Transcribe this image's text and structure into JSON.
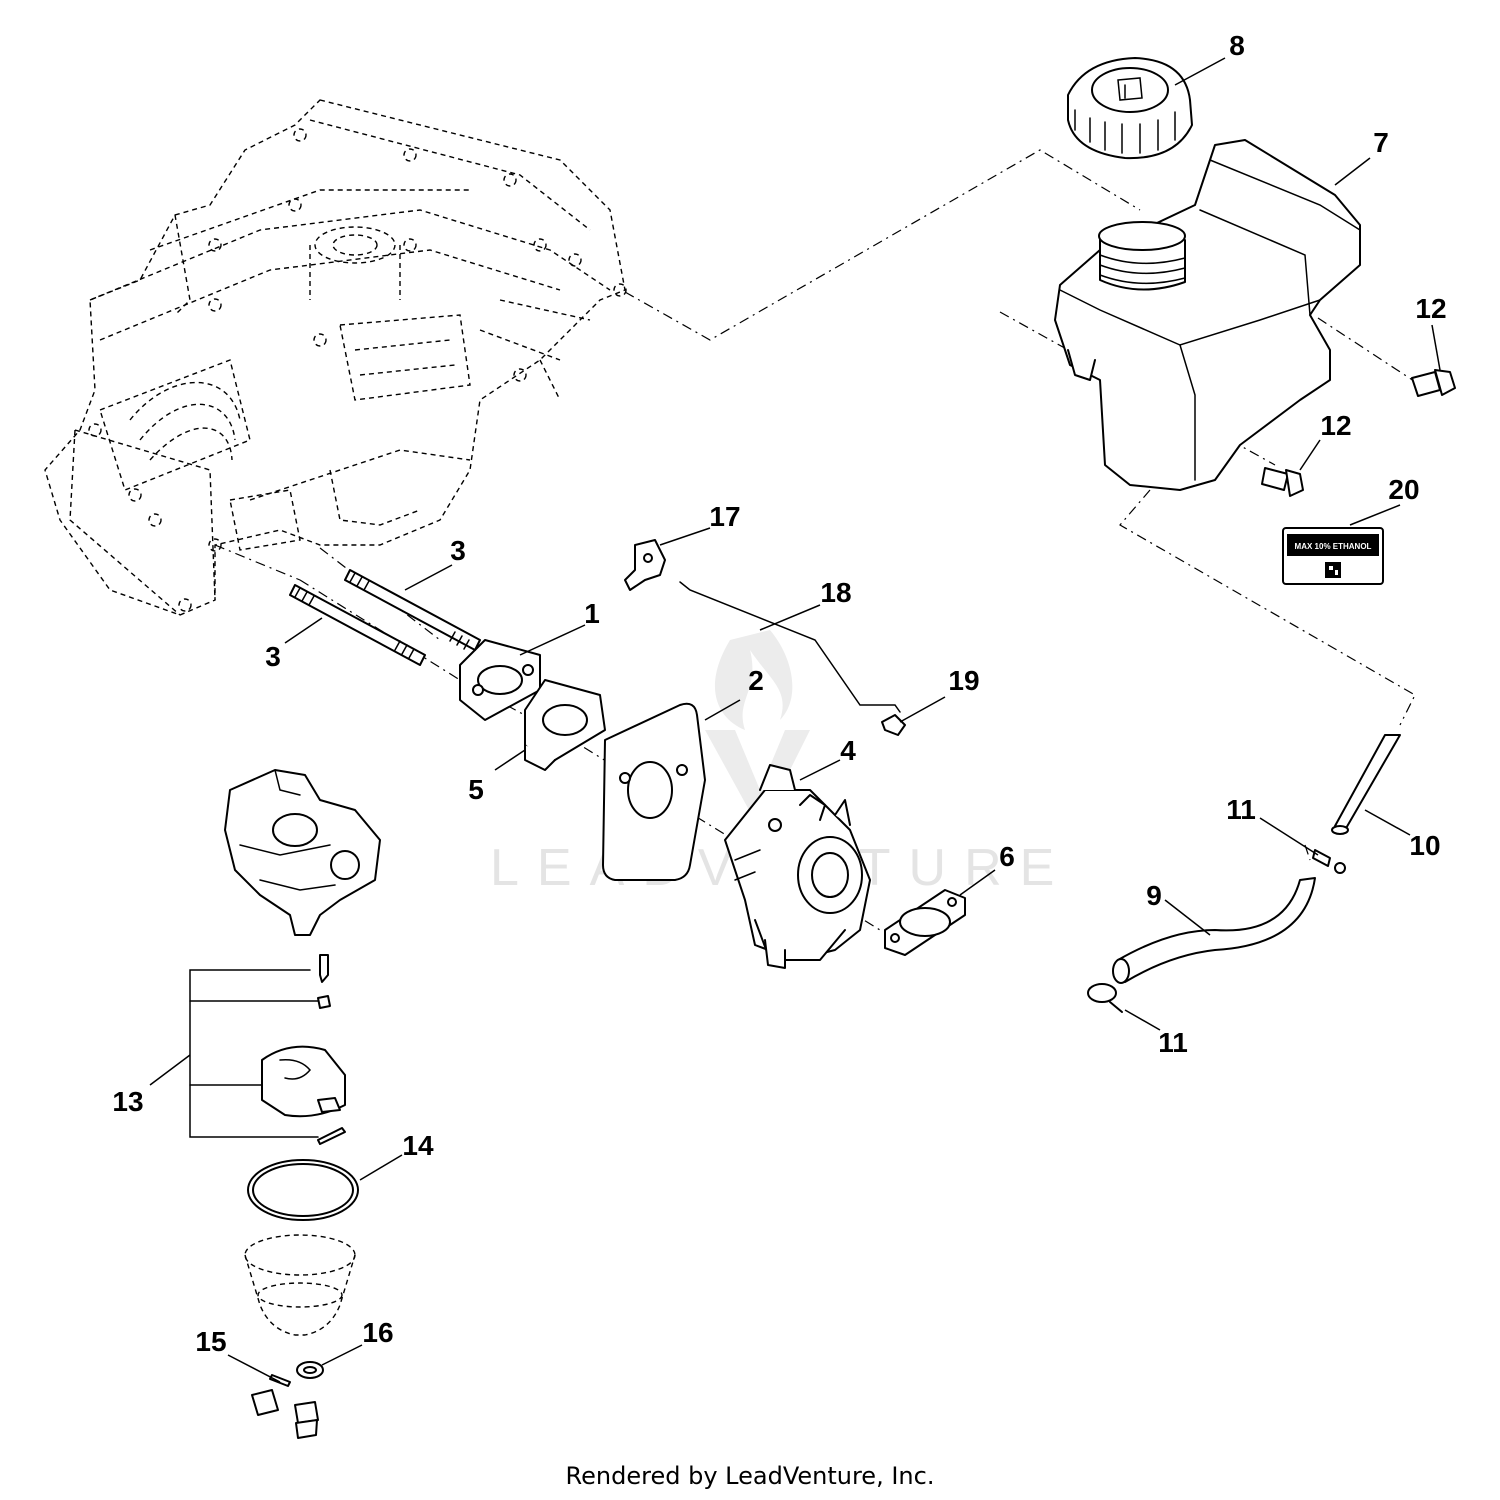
{
  "callouts": {
    "c1": "1",
    "c2": "2",
    "c3a": "3",
    "c3b": "3",
    "c4": "4",
    "c5": "5",
    "c6": "6",
    "c7": "7",
    "c8": "8",
    "c9": "9",
    "c10": "10",
    "c11a": "11",
    "c11b": "11",
    "c12a": "12",
    "c12b": "12",
    "c13": "13",
    "c14": "14",
    "c15": "15",
    "c16": "16",
    "c17": "17",
    "c18": "18",
    "c19": "19",
    "c20": "20"
  },
  "decal_text": "MAX 10% ETHANOL",
  "watermark": "LEADVENTURE",
  "footer": "Rendered by LeadVenture, Inc."
}
